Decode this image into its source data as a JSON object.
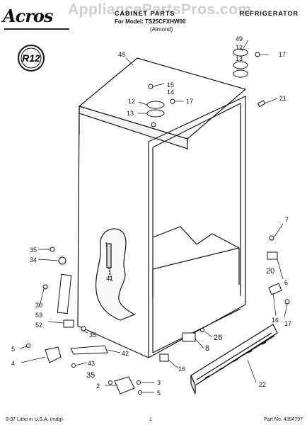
{
  "header": {
    "brand": "Acros",
    "watermark": "AppliancePartsPros.com",
    "title": "CABINET PARTS",
    "model": "For Model: TS25CFXHW00",
    "color": "(Almond)",
    "section": "REFRIGERATOR",
    "badge": "R12"
  },
  "parts": {
    "p48": "48",
    "p49": "49",
    "p12a": "12",
    "p13a": "13",
    "p17a": "17",
    "p15": "15",
    "p14": "14",
    "p12b": "12",
    "p13b": "13",
    "p17b": "17",
    "p21": "21",
    "p7": "7",
    "p6": "6",
    "p20": "20",
    "p16a": "16",
    "p17c": "17",
    "p41": "41",
    "p35a": "35",
    "p34": "34",
    "p30": "30",
    "p53": "53",
    "p52": "52",
    "p35b": "35",
    "p5a": "5",
    "p4": "4",
    "p42": "42",
    "p43": "43",
    "p35c": "35",
    "p2": "2",
    "p3": "3",
    "p5b": "5",
    "p26": "26",
    "p8": "8",
    "p16b": "16",
    "p22": "22"
  },
  "footer": {
    "printed": "9-97 Litho in U.S.A. (mdg)",
    "page": "1",
    "part_no": "Part No. 4394797"
  }
}
